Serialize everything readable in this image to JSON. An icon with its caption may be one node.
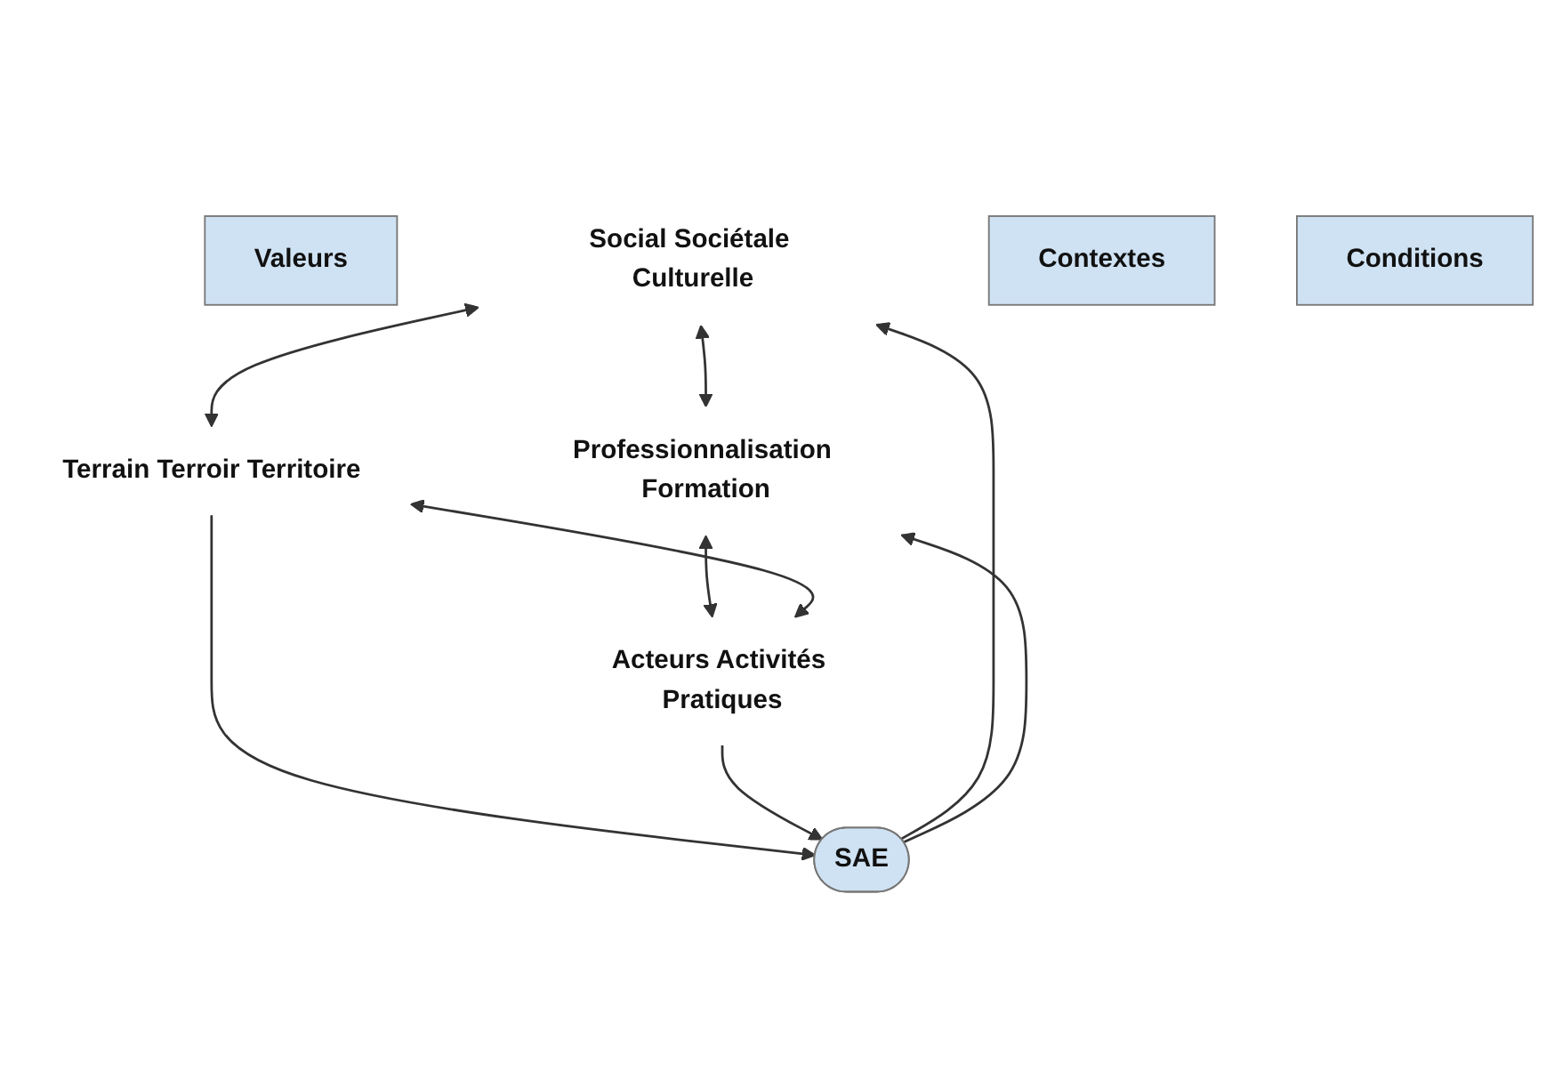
{
  "diagram": {
    "nodes": [
      {
        "text": [
          "Valeurs"
        ]
      },
      {
        "text": [
          "Social Sociétale Culturelle"
        ]
      },
      {
        "text": [
          "Professionnalisation Formation"
        ]
      },
      {
        "text": [
          "SAE"
        ]
      },
      {
        "text": [
          "Terrain Terroir Territoire"
        ]
      },
      {
        "text": [
          "Acteurs Activités Pratiques"
        ]
      },
      {
        "text": [
          "Contextes"
        ]
      },
      {
        "text": [
          "Conditions"
        ]
      }
    ],
    "edges": [
      {
        "from": 1,
        "to": 2,
        "arrow": "both"
      },
      {
        "from": 3,
        "to": 1,
        "arrow": "to"
      },
      {
        "from": 3,
        "to": 2,
        "arrow": "to"
      },
      {
        "from": 1,
        "to": 4,
        "arrow": "both"
      },
      {
        "from": 2,
        "to": 5,
        "arrow": "both"
      },
      {
        "from": 4,
        "to": 3,
        "arrow": "to"
      },
      {
        "from": 5,
        "to": 3,
        "arrow": "to"
      },
      {
        "from": 4,
        "to": 5,
        "arrow": "both"
      }
    ]
  }
}
